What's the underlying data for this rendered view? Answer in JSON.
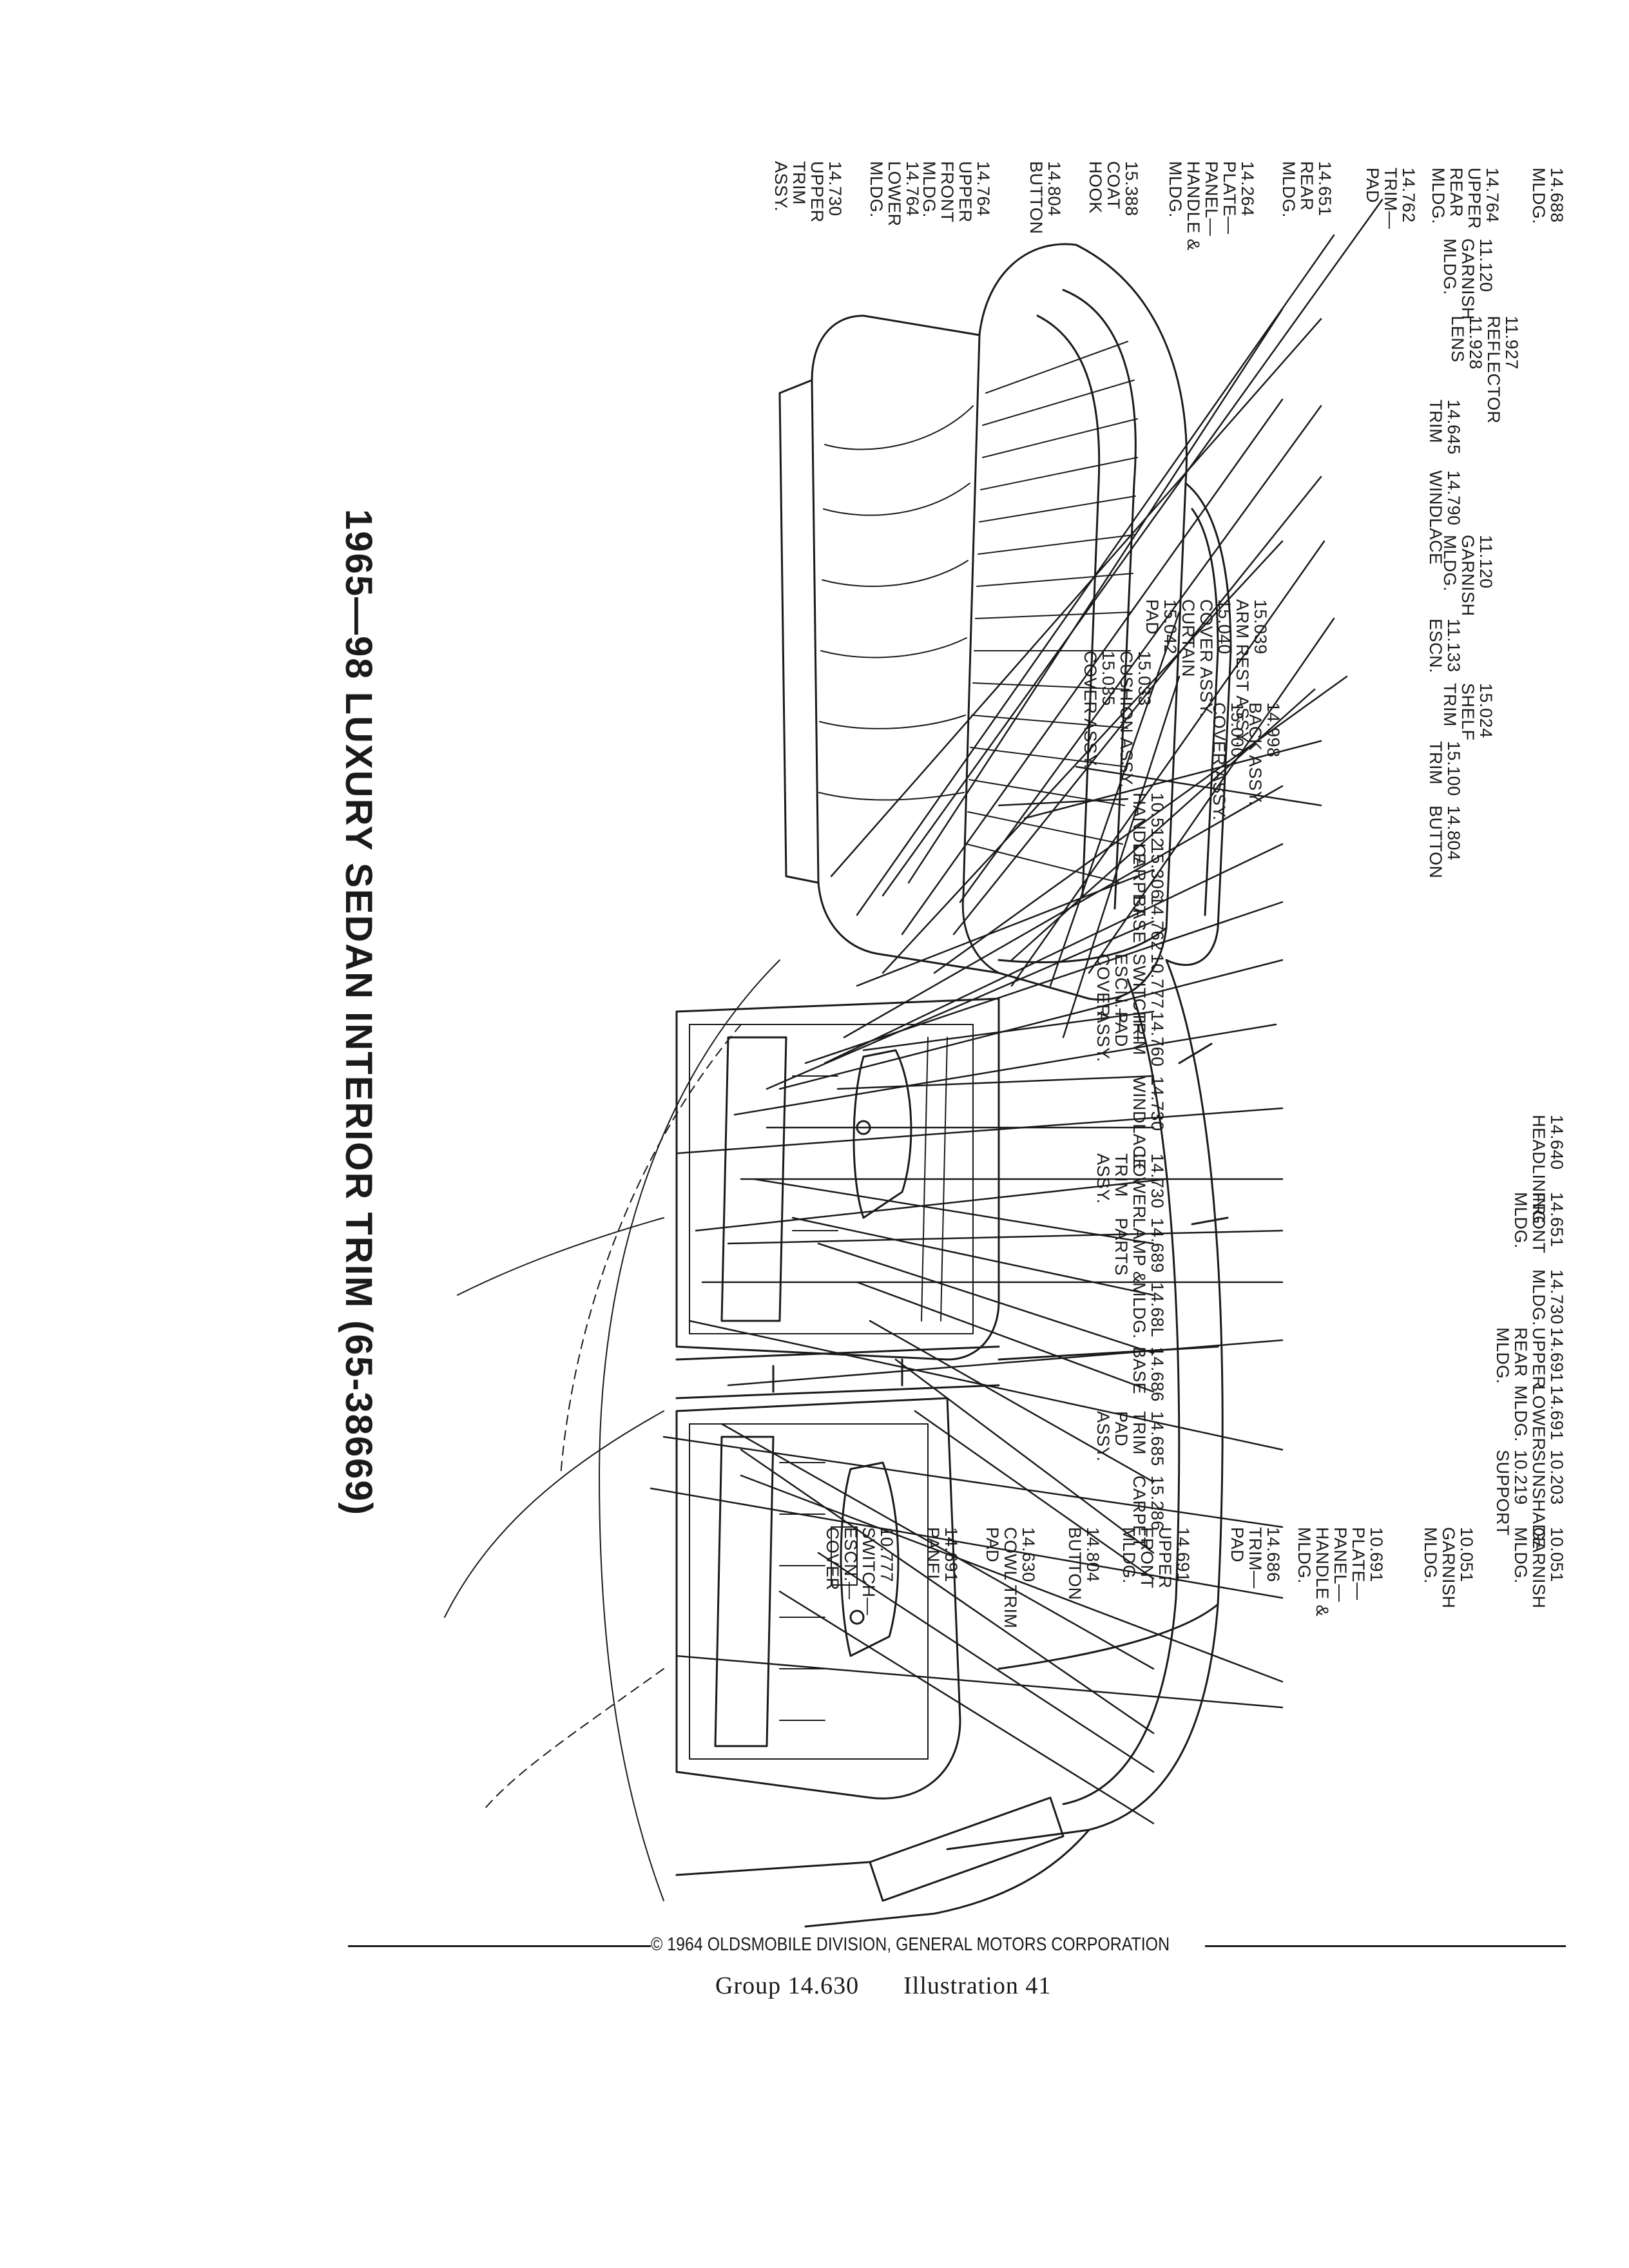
{
  "title": "1965—98 LUXURY SEDAN INTERIOR TRIM (65-38669)",
  "copyright": "© 1964 OLDSMOBILE DIVISION, GENERAL MOTORS CORPORATION",
  "group_label": "Group 14.630",
  "illustration_label": "Illustration 41",
  "callouts": {
    "c01": "14.688\nMLDG.",
    "c02": "11.120\nGARNISH\nMLDG.",
    "c03": "11.927\nREFLECTOR\n11.928\nLENS",
    "c04": "14.645\nTRIM",
    "c05": "14.790\nWINDLACE",
    "c06": "11.120\nGARNISH\nMLDG.",
    "c07": "11.133\nESCN.",
    "c08": "15.024\nSHELF\nTRIM",
    "c09": "15.100\nTRIM",
    "c10": "14.804\nBUTTON",
    "c11": "14.764\nUPPER\nREAR\nMLDG.",
    "c12": "14.762\nTRIM—\nPAD",
    "c13": "15.039\nARM REST ASSY.\n15.040\nCOVER ASSY.\nCURTAIN\n15.042\nPAD",
    "c14": "14.998\nBACK ASSY.\n15.000\nCOVER ASSY.",
    "c15": "14.651\nREAR\nMLDG.",
    "c16": "15.033\nCUSHION ASSY.\n15.035\nCOVER ASSY.",
    "c17": "14.264\nPLATE—\nPANEL—\nHANDLE &\nMLDG.",
    "c18": "10.512\nHANDLE",
    "c19": "15.388\nCOAT\nHOOK",
    "c20": "15.306\nCARPET",
    "c21": "14.804\nBUTTON",
    "c22": "14.762\nBASE",
    "c23": "14.764\nUPPER\nFRONT\nMLDG.",
    "c24": "10.777\nSWITCH—\nESCN.—\nCOVER.",
    "c25": "14.764\nLOWER\nMLDG.",
    "c26": "14.760\nTRIM\nPAD\nASSY.",
    "c27": "14.730\nUPPER\nTRIM\nASSY.",
    "c28": "14.730\nWINDLACE",
    "c29": "14.640\nHEADLINING",
    "c30": "14.730\nLOWER\nTRIM\nASSY.",
    "c31": "14.651\nFRONT\nMLDG.",
    "c32": "14.689\nLAMP &\nPARTS",
    "c33": "14.730\nMLDG.",
    "c34": "14.68l\nMLDG.",
    "c35": "14.691\nUPPER\nREAR\nMLDG.",
    "c36": "14.686\nBASE",
    "c37": "14.691\nLOWER\nMLDG.",
    "c38": "14.685\nTRIM\nPAD\nASSY.",
    "c39": "10.203\nSUNSHADE\n10.219\nSUPPORT",
    "c40": "15.286\nCARPET",
    "c41": "10.051\nGARNISH\nMLDG.",
    "c42": "10.051\nGARNISH\nMLDG.",
    "c43": "10.691\nPLATE—\nPANEL—\nHANDLE &\nMLDG.",
    "c44": "14.686\nTRIM—\nPAD",
    "c45": "14.691\nUPPER\nFRONT\nMLDG.",
    "c46": "14.804\nBUTTON",
    "c47": "14.630\nCOWL TRIM\nPAD",
    "c48": "14.691\nPANEL",
    "c49": "10.777\nSWITCH—\nESCN.—\nCOVER"
  }
}
